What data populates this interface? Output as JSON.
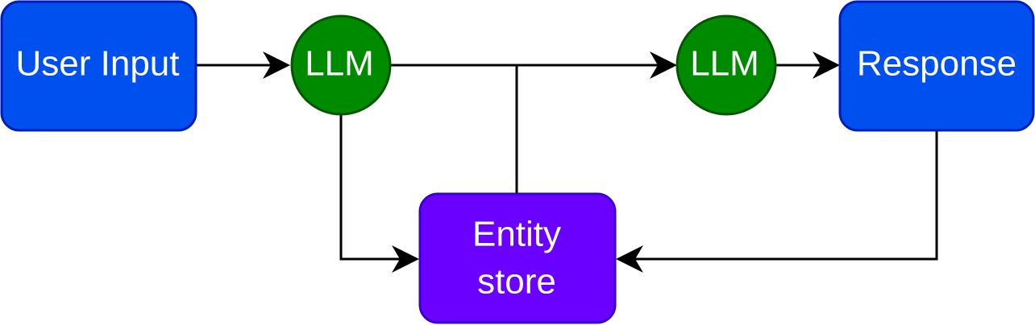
{
  "colors": {
    "input_output_fill": "#0050ef",
    "input_output_stroke": "#001dbc",
    "llm_fill": "#008a00",
    "llm_stroke": "#005700",
    "store_fill": "#6a00ff",
    "store_stroke": "#3700cc",
    "edge": "#000000",
    "label_text": "#ffffff"
  },
  "nodes": {
    "user_input": {
      "label": "User Input"
    },
    "llm_1": {
      "label": "LLM"
    },
    "llm_2": {
      "label": "LLM"
    },
    "response": {
      "label": "Response"
    },
    "entity_store": {
      "label_line1": "Entity",
      "label_line2": "store"
    }
  },
  "edges": [
    {
      "from": "User Input",
      "to": "LLM"
    },
    {
      "from": "LLM",
      "to": "LLM"
    },
    {
      "from": "LLM",
      "to": "Response"
    },
    {
      "from": "LLM",
      "to": "Entity store"
    },
    {
      "from": "Entity store",
      "to": "LLM"
    },
    {
      "from": "Response",
      "to": "Entity store"
    }
  ]
}
